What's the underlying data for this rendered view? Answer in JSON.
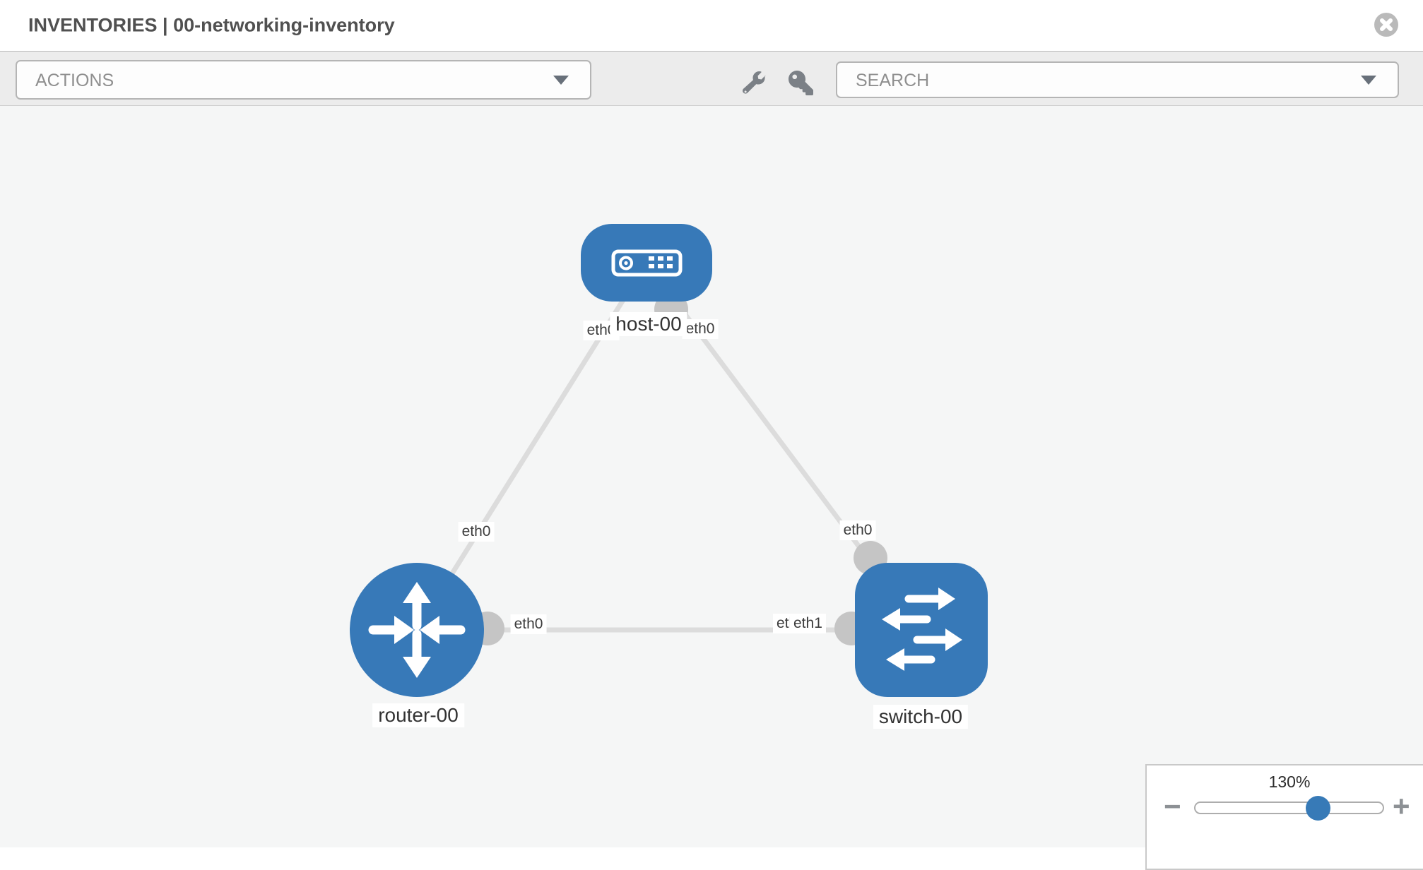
{
  "header": {
    "title": "INVENTORIES | 00-networking-inventory"
  },
  "toolbar": {
    "actions_label": "ACTIONS",
    "search_label": "SEARCH"
  },
  "graph": {
    "nodes": [
      {
        "type": "host",
        "label": "host-00"
      },
      {
        "type": "router",
        "label": "router-00"
      },
      {
        "type": "switch",
        "label": "switch-00"
      }
    ],
    "interfaces": [
      {
        "at": "host-left",
        "text": "eth0"
      },
      {
        "at": "host-right",
        "text": "eth0"
      },
      {
        "at": "router-top",
        "text": "eth0"
      },
      {
        "at": "switch-top",
        "text": "eth0"
      },
      {
        "at": "router-right",
        "text": "eth0"
      },
      {
        "at": "switch-link-back",
        "text": "eth0"
      },
      {
        "at": "switch-link-front",
        "text": "eth1"
      }
    ]
  },
  "zoom_control": {
    "level": "130%",
    "minus": "−",
    "plus": "+"
  },
  "colors": {
    "node_blue": "#3779b8",
    "edge_gray": "#dcdcdc",
    "port_gray": "#c5c5c5",
    "toolbar_bg": "#ececec",
    "canvas_bg": "#f5f6f6"
  }
}
